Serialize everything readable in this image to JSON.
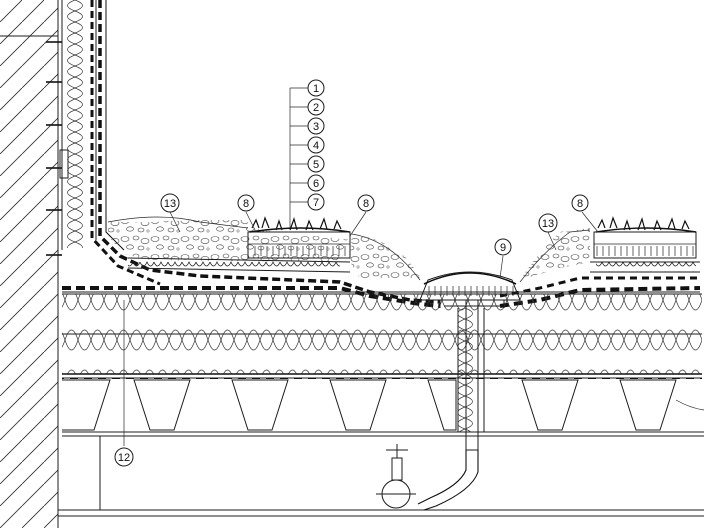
{
  "callouts": {
    "layer_1": "1",
    "layer_2": "2",
    "layer_3": "3",
    "layer_4": "4",
    "layer_5": "5",
    "layer_6": "6",
    "layer_7": "7",
    "planting_left_a": "13",
    "planting_left_b": "8",
    "planting_left_c": "8",
    "drain": "9",
    "planting_right_a": "13",
    "planting_right_b": "8",
    "base_detail": "12"
  }
}
